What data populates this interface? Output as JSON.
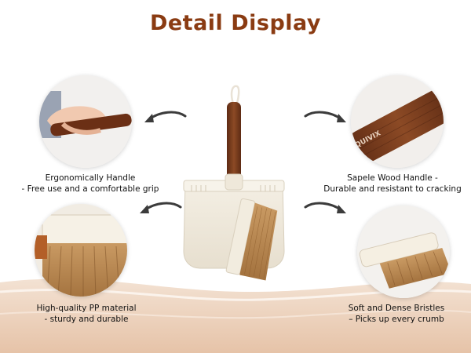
{
  "title": "Detail Display",
  "features": [
    {
      "line1": "Ergonomically Handle",
      "line2": "- Free use and a comfortable grip"
    },
    {
      "line1": "Sapele Wood Handle -",
      "line2": "Durable and resistant to cracking"
    },
    {
      "line1": "High-quality PP material",
      "line2": "- sturdy and durable"
    },
    {
      "line1": "Soft and Dense Bristles",
      "line2": "– Picks up every crumb"
    }
  ],
  "brand_mark": "QUIVIX",
  "colors": {
    "title": "#8a3b12",
    "wave": "#e9cdb7",
    "wood": "#7a3d1e",
    "plastic": "#efe9dc",
    "bristle": "#b98a55"
  }
}
